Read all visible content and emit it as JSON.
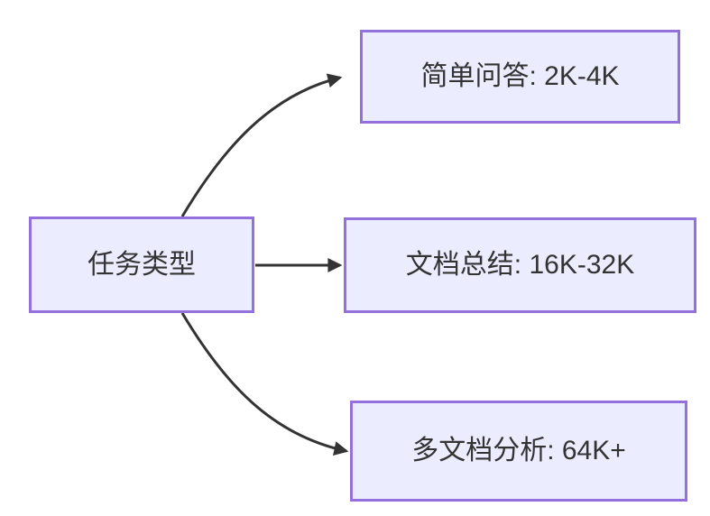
{
  "diagram": {
    "type": "flowchart",
    "direction": "left-to-right",
    "root_node": {
      "label": "任务类型"
    },
    "branch_nodes": [
      {
        "label": "简单问答: 2K-4K"
      },
      {
        "label": "文档总结: 16K-32K"
      },
      {
        "label": "多文档分析: 64K+"
      }
    ],
    "edges": [
      {
        "from": "任务类型",
        "to": "简单问答: 2K-4K"
      },
      {
        "from": "任务类型",
        "to": "文档总结: 16K-32K"
      },
      {
        "from": "任务类型",
        "to": "多文档分析: 64K+"
      }
    ],
    "colors": {
      "node_fill": "#ECECFF",
      "node_border": "#9370DB",
      "edge": "#333333",
      "text": "#333333",
      "background": "#FFFFFF"
    }
  }
}
